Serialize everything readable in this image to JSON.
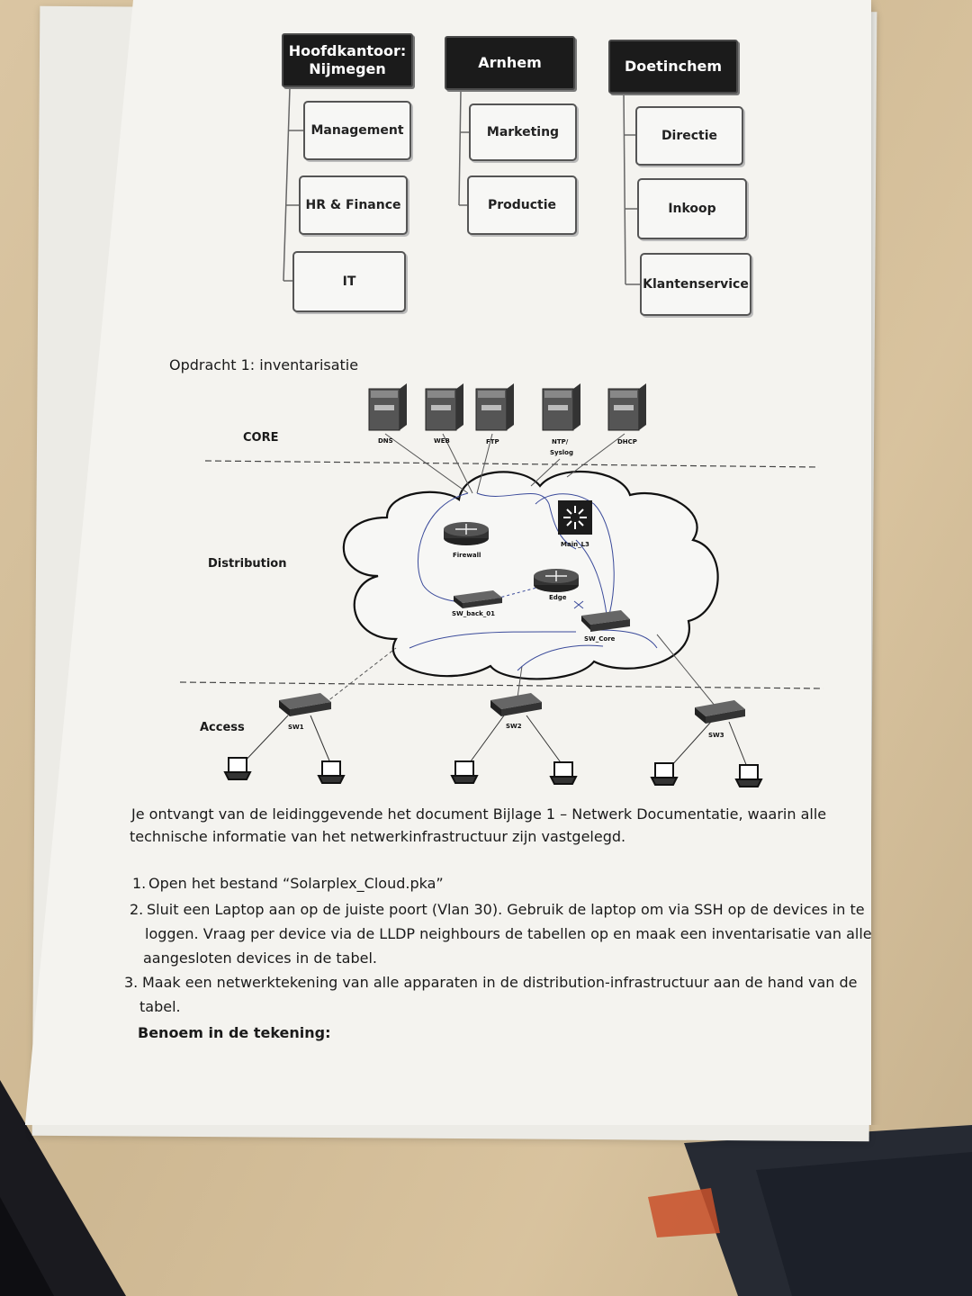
{
  "org_chart": {
    "sites": [
      {
        "name": "Hoofdkantoor: Nijmegen",
        "line1": "Hoofdkantoor:",
        "line2": "Nijmegen",
        "departments": [
          "Management",
          "HR & Finance",
          "IT"
        ]
      },
      {
        "name": "Arnhem",
        "line1": "Arnhem",
        "line2": "",
        "departments": [
          "Marketing",
          "Productie"
        ]
      },
      {
        "name": "Doetinchem",
        "line1": "Doetinchem",
        "line2": "",
        "departments": [
          "Directie",
          "Inkoop",
          "Klantenservice"
        ]
      }
    ]
  },
  "assignment": {
    "heading": "Opdracht 1: inventarisatie"
  },
  "network": {
    "layers": {
      "core": "CORE",
      "distribution": "Distribution",
      "access": "Access"
    },
    "servers": [
      "DNS",
      "WEB",
      "FTP",
      "NTP/",
      "DHCP"
    ],
    "server_sub": "Syslog",
    "devices": {
      "firewall": "Firewall",
      "main_l3": "Main_L3",
      "edge": "Edge",
      "sw_back": "SW_back_01",
      "sw_core": "SW_Core"
    },
    "access_switches": [
      "SW1",
      "SW2",
      "SW3"
    ]
  },
  "body_text": {
    "intro_line1": "Je ontvangt van de leidinggevende het document Bijlage 1 – Netwerk Documentatie, waarin alle",
    "intro_line2": "technische informatie van het netwerkinfrastructuur zijn vastgelegd.",
    "items": [
      {
        "num": "1.",
        "lines": [
          "Open het bestand “Solarplex_Cloud.pka”"
        ]
      },
      {
        "num": "2.",
        "lines": [
          "Sluit een Laptop aan op de juiste poort (Vlan 30). Gebruik de laptop om via SSH op de devices in te",
          "loggen. Vraag per device via de LLDP neighbours de tabellen op en maak een inventarisatie van alle",
          "aangesloten devices in de tabel."
        ]
      },
      {
        "num": "3.",
        "lines": [
          "Maak een netwerktekening van alle apparaten in de distribution-infrastructuur aan de hand van de",
          "tabel."
        ]
      }
    ],
    "closing": "Benoem in de tekening:"
  },
  "colors": {
    "desk": "#d6bf98",
    "paper": "#f4f3ef",
    "header_box": "#1b1b1b",
    "sketch_line": "#3a4a9a"
  }
}
